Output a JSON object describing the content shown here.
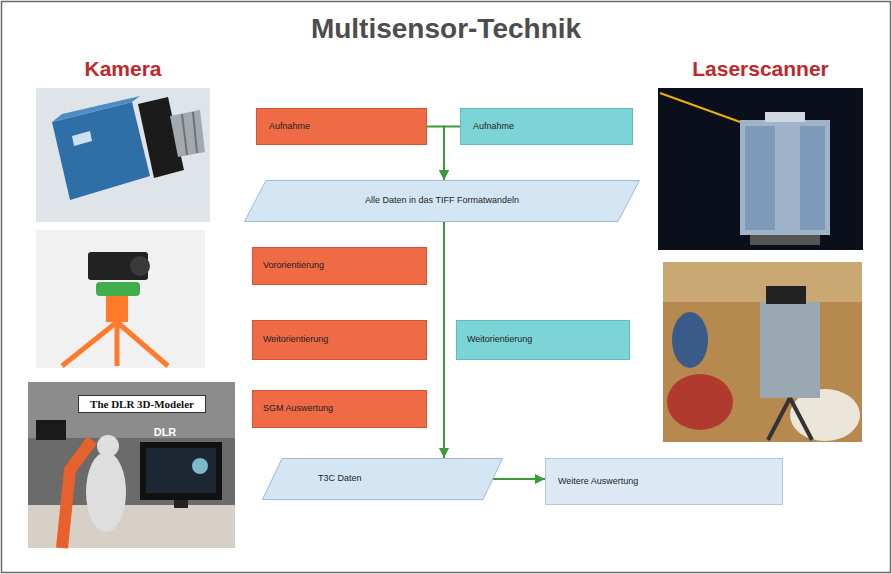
{
  "diagram": {
    "title": "Multisensor-Technik",
    "nodes": [
      {
        "text": [
          "Aufnahme"
        ]
      },
      {
        "text": [
          "Aufnahme"
        ]
      },
      {
        "text": [
          "Alle Daten in das TIFF Formatwandeln"
        ]
      },
      {
        "text": [
          "Vororientierung"
        ]
      },
      {
        "text": [
          "Weitorientierung"
        ]
      },
      {
        "text": [
          "Weitorientierung"
        ]
      },
      {
        "text": [
          "SGM Auswertung"
        ]
      },
      {
        "text": [
          "T3C Daten"
        ]
      },
      {
        "text": [
          "Weitere Auswertung"
        ]
      }
    ],
    "edges": [
      {
        "from": 0,
        "to": 2,
        "arrow": "to"
      },
      {
        "from": 1,
        "to": 2,
        "arrow": "to"
      },
      {
        "from": 2,
        "to": 7,
        "arrow": "to"
      },
      {
        "from": 7,
        "to": 8,
        "arrow": "to"
      }
    ],
    "labels": [
      "Kamera",
      "Laserscanner",
      "The DLR 3D-Modeler",
      "DLR"
    ]
  }
}
